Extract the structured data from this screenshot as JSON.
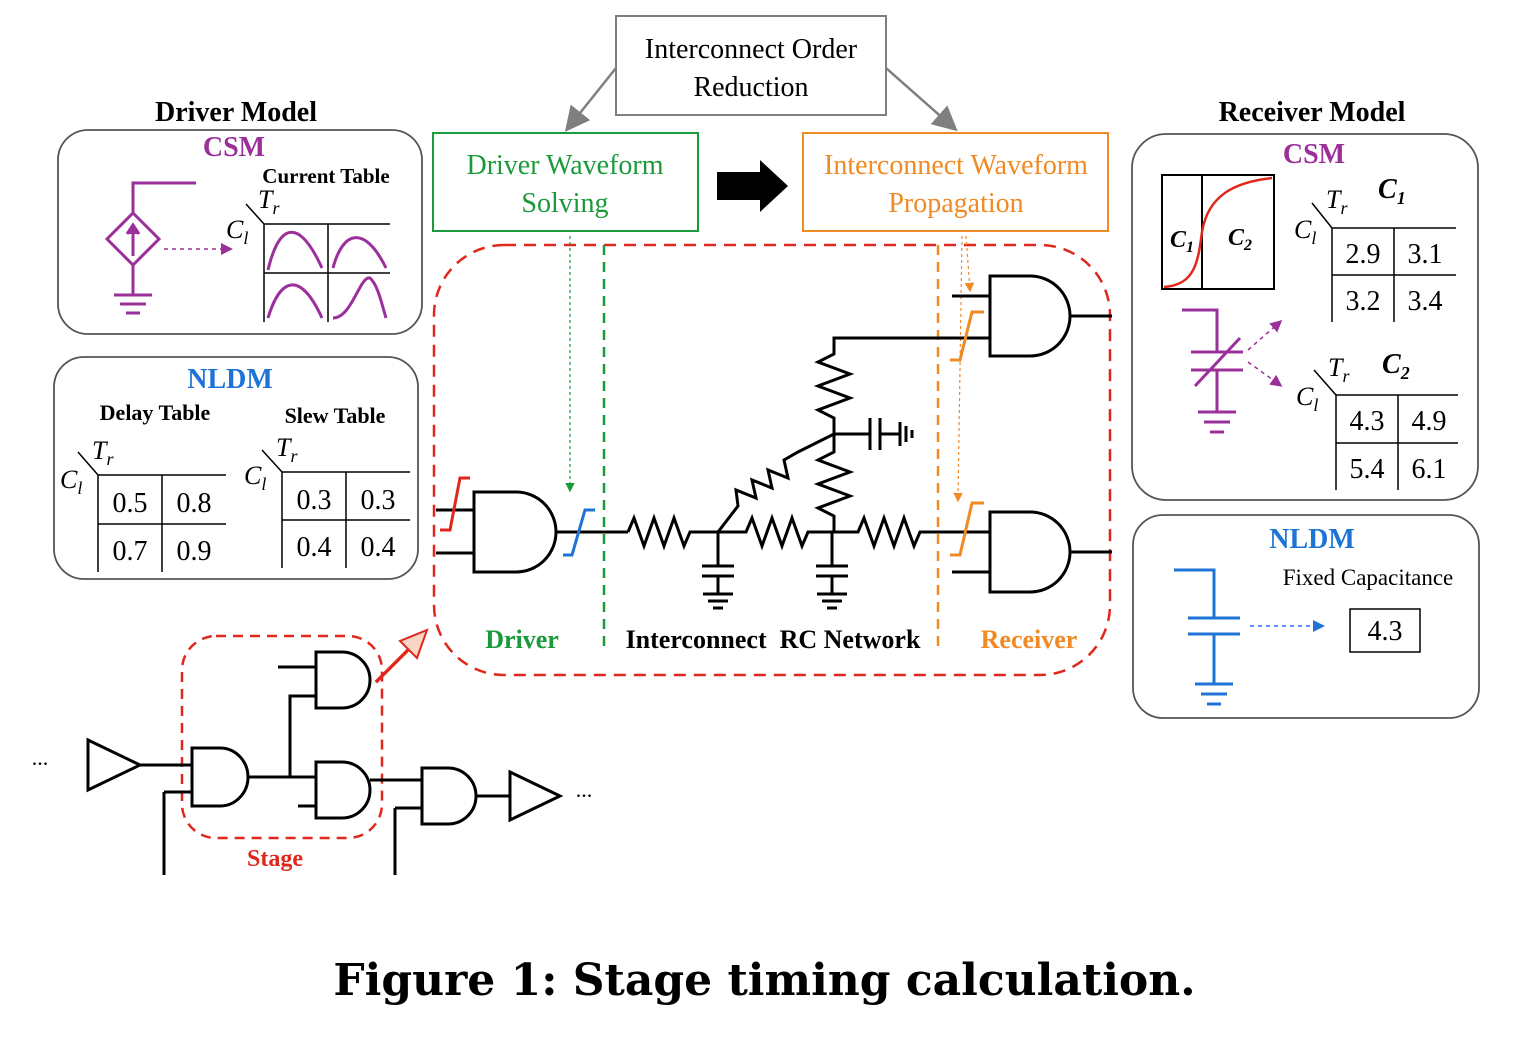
{
  "top_box": {
    "line1": "Interconnect Order",
    "line2": "Reduction"
  },
  "driver_waveform": {
    "line1": "Driver Waveform",
    "line2": "Solving"
  },
  "interconnect_waveform": {
    "line1": "Interconnect Waveform",
    "line2": "Propagation"
  },
  "driver_model": {
    "title": "Driver Model",
    "csm": {
      "label": "CSM",
      "table_title": "Current Table"
    },
    "nldm": {
      "label": "NLDM",
      "delay_table": {
        "title": "Delay Table",
        "values": [
          "0.5",
          "0.8",
          "0.7",
          "0.9"
        ]
      },
      "slew_table": {
        "title": "Slew Table",
        "values": [
          "0.3",
          "0.3",
          "0.4",
          "0.4"
        ]
      }
    }
  },
  "receiver_model": {
    "title": "Receiver Model",
    "csm": {
      "label": "CSM",
      "c1_label": "C",
      "c1_sub": "1",
      "c2_label": "C",
      "c2_sub": "2",
      "c1_table": {
        "title_main": "C",
        "title_sub": "1",
        "values": [
          "2.9",
          "3.1",
          "3.2",
          "3.4"
        ]
      },
      "c2_table": {
        "title_main": "C",
        "title_sub": "2",
        "values": [
          "4.3",
          "4.9",
          "5.4",
          "6.1"
        ]
      }
    },
    "nldm": {
      "label": "NLDM",
      "fixed_cap_label": "Fixed Capacitance",
      "value": "4.3"
    }
  },
  "axis_labels": {
    "tr_main": "T",
    "tr_sub": "r",
    "cl_main": "C",
    "cl_sub": "l"
  },
  "stage_labels": {
    "driver": "Driver",
    "interconnect": "Interconnect  RC Network",
    "receiver": "Receiver",
    "stage": "Stage"
  },
  "ellipsis": "...",
  "caption": "Figure 1: Stage timing calculation.",
  "colors": {
    "green": "#1a9a3a",
    "orange": "#f08a24",
    "purple": "#9b309b",
    "blue": "#1e74d6",
    "red": "#e0271c",
    "gray": "#7f7f7f"
  }
}
